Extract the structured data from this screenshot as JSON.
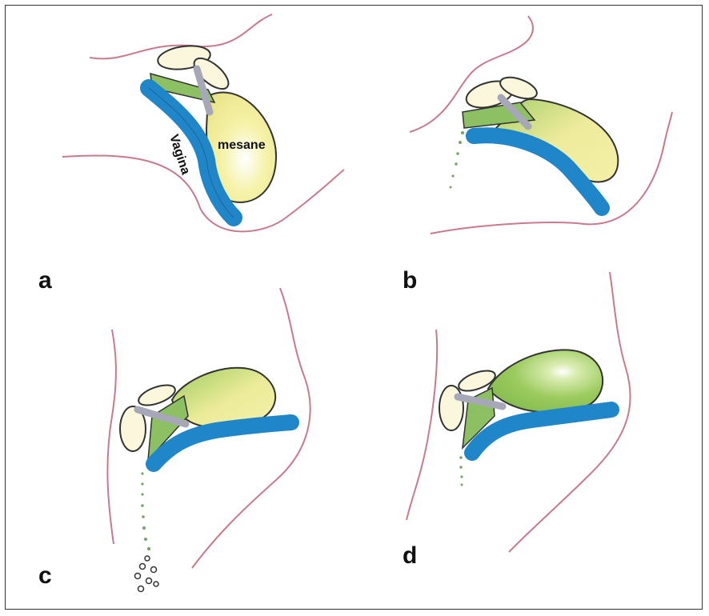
{
  "labels": {
    "vagina": "Vagina",
    "bladder": "mesane"
  },
  "panels": [
    {
      "id": "a",
      "letter": "a"
    },
    {
      "id": "b",
      "letter": "b"
    },
    {
      "id": "c",
      "letter": "c"
    },
    {
      "id": "d",
      "letter": "d"
    }
  ],
  "colors": {
    "skin_outline": "#c97a8c",
    "vagina_blue": "#1f86c9",
    "bladder_yellow": "#f4f0a3",
    "bladder_green": "#8cc063",
    "bone_fill": "#fbf7dc",
    "urethra_gray": "#a6a8b8",
    "leak_dots": "#7aa36b"
  }
}
